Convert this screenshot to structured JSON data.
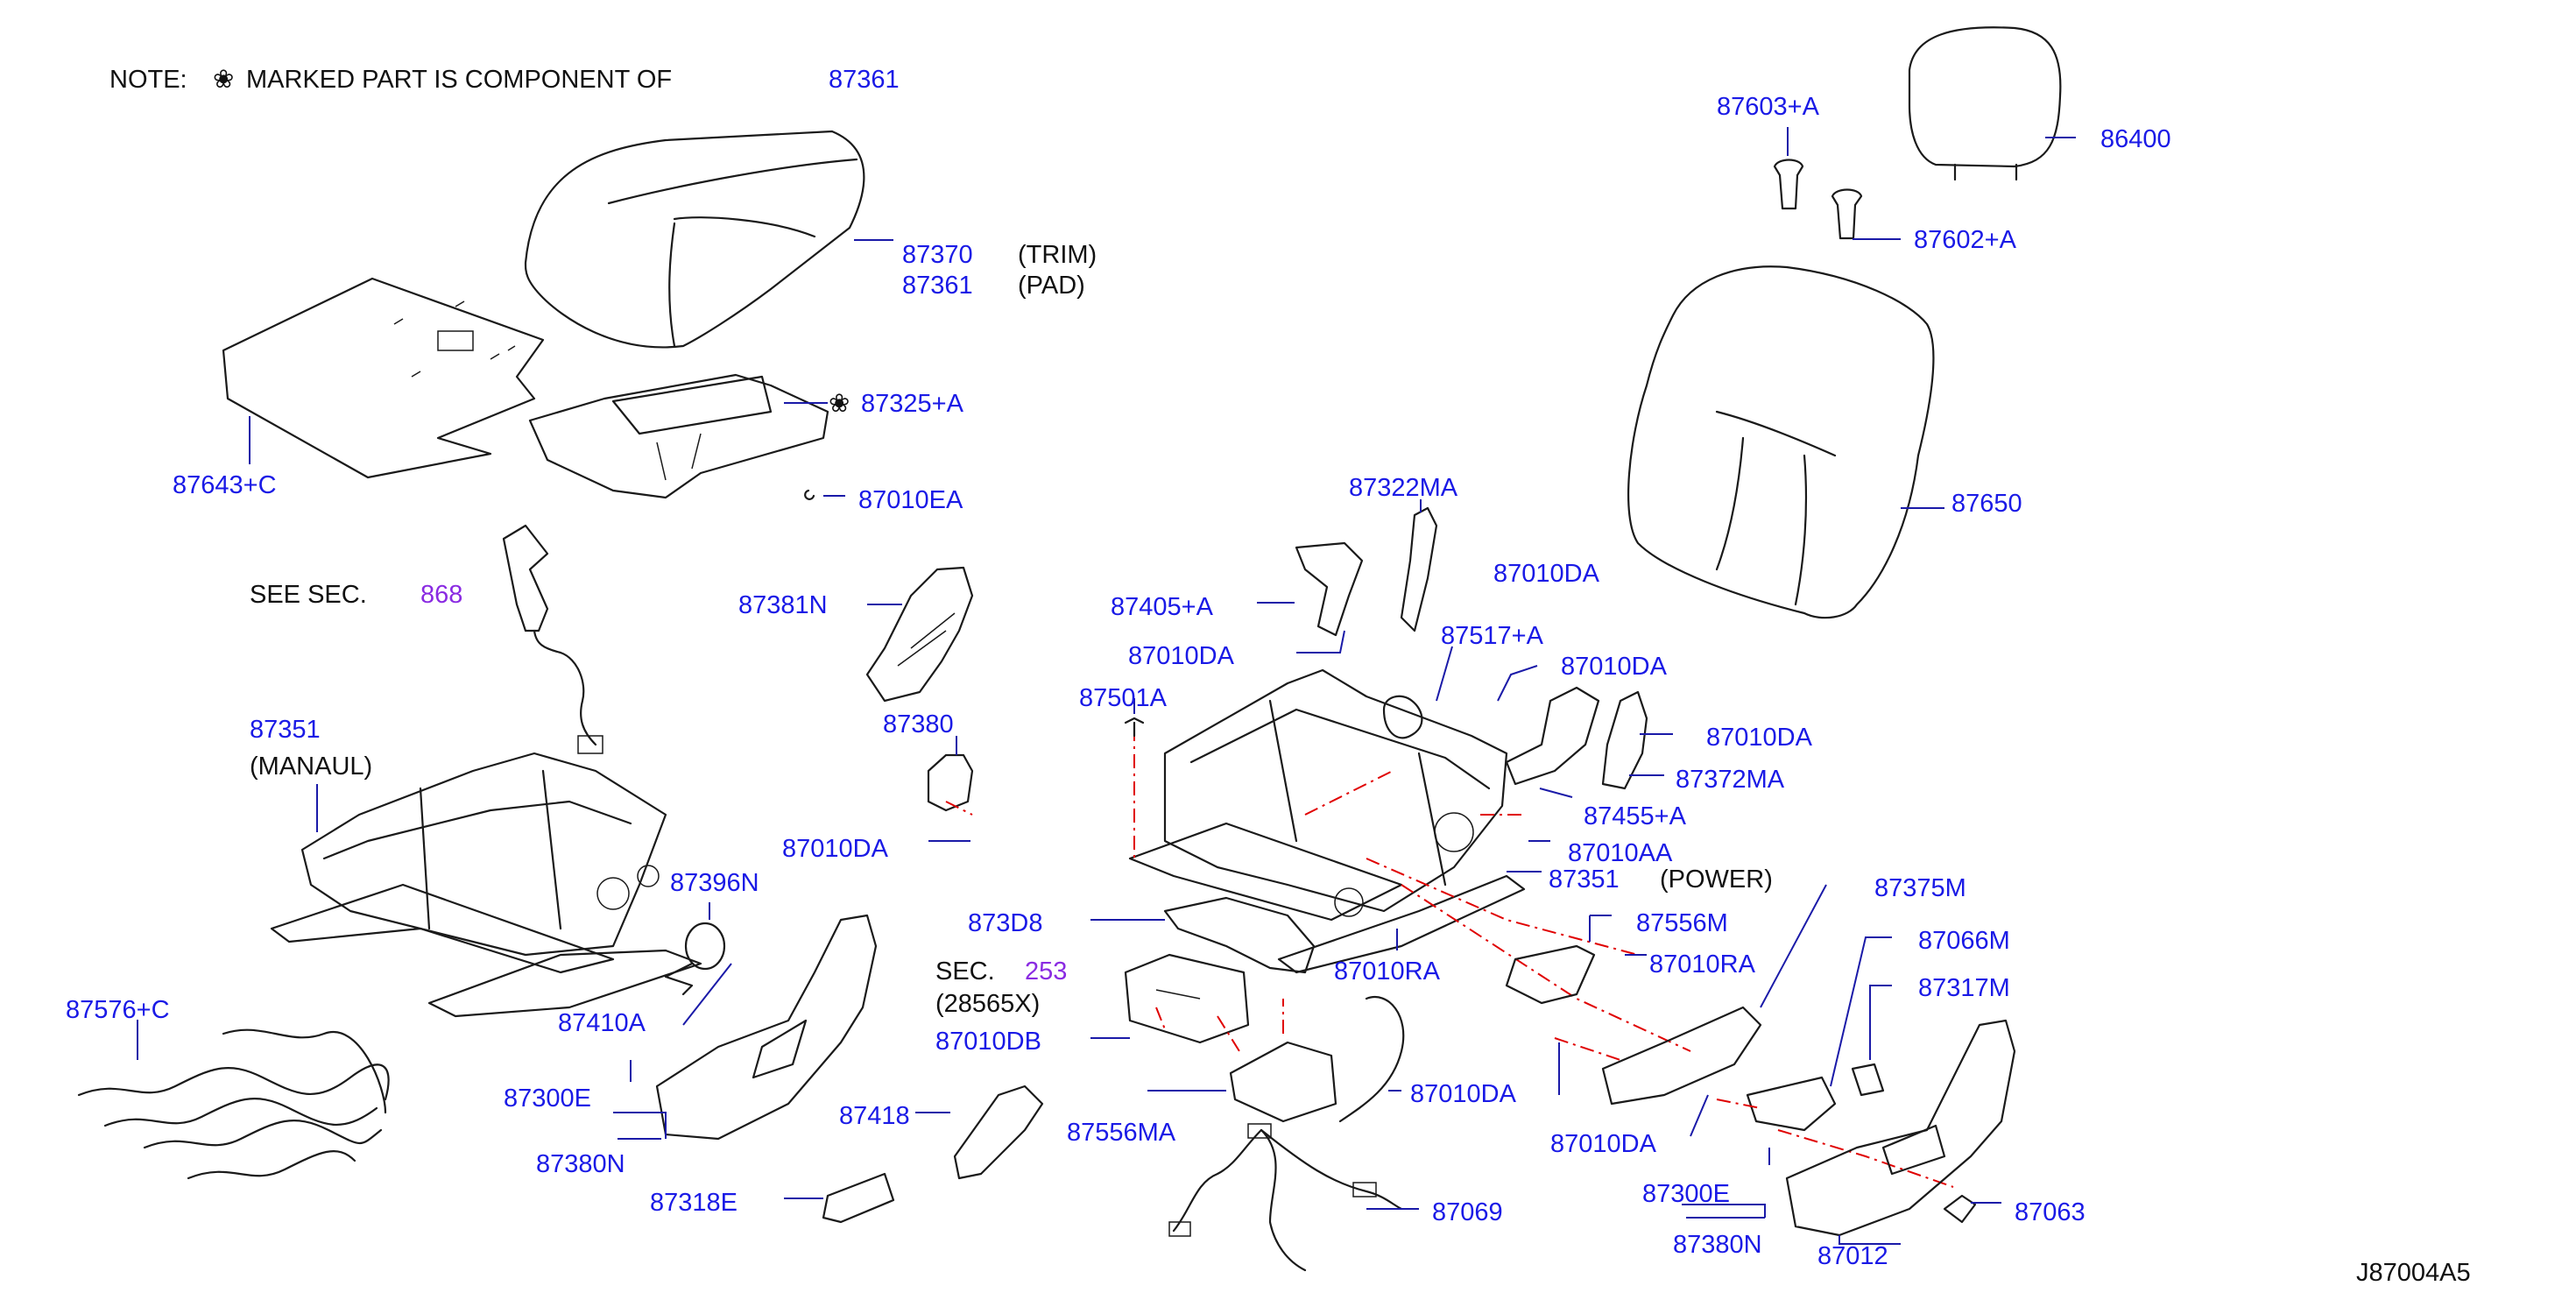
{
  "note": {
    "prefix": "NOTE:",
    "symbol": "❀",
    "text": "MARKED   PART   IS   COMPONENT   OF",
    "ref": "87361"
  },
  "see_sec": {
    "label": "SEE   SEC.",
    "ref": "868"
  },
  "sec_253": {
    "label": "SEC.",
    "ref": "253",
    "sub": "(28565X)"
  },
  "diagram_id": "J87004A5",
  "labels": {
    "p87370": "87370",
    "trim": "(TRIM)",
    "p87361": "87361",
    "pad": "(PAD)",
    "p87643c": "87643+C",
    "p87325a": "87325+A",
    "p87010ea": "87010EA",
    "p87603a": "87603+A",
    "p86400": "86400",
    "p87602a": "87602+A",
    "p87650": "87650",
    "p87322ma": "87322MA",
    "p87405a": "87405+A",
    "p87010da_1": "87010DA",
    "p87010da_2": "87010DA",
    "p87381n": "87381N",
    "p87517a": "87517+A",
    "p87010da_3": "87010DA",
    "p87501a": "87501A",
    "p87010da_4": "87010DA",
    "p87372ma": "87372MA",
    "p87380": "87380",
    "p87455a": "87455+A",
    "p87351_l": "87351",
    "manaul": "(MANAUL)",
    "p87010da_5": "87010DA",
    "p87010aa": "87010AA",
    "p87351_r": "87351",
    "power": "(POWER)",
    "p87396n": "87396N",
    "p873d8": "873D8",
    "p87556m": "87556M",
    "p87375m": "87375M",
    "p87010ra_1": "87010RA",
    "p87010ra_2": "87010RA",
    "p87066m": "87066M",
    "p87576c": "87576+C",
    "p87410a": "87410A",
    "p87010db": "87010DB",
    "p87317m": "87317M",
    "p87300e_l": "87300E",
    "p87010da_6": "87010DA",
    "p87556ma": "87556MA",
    "p87418": "87418",
    "p87010da_7": "87010DA",
    "p87380n_l": "87380N",
    "p87300e_r": "87300E",
    "p87318e": "87318E",
    "p87069": "87069",
    "p87063": "87063",
    "p87380n_r": "87380N",
    "p87012": "87012"
  },
  "colors": {
    "part_number": "#1a1ae6",
    "section_ref": "#8a2be2",
    "text": "#111111",
    "leader": "#1a1aa8",
    "alignment_line": "#e00000"
  }
}
